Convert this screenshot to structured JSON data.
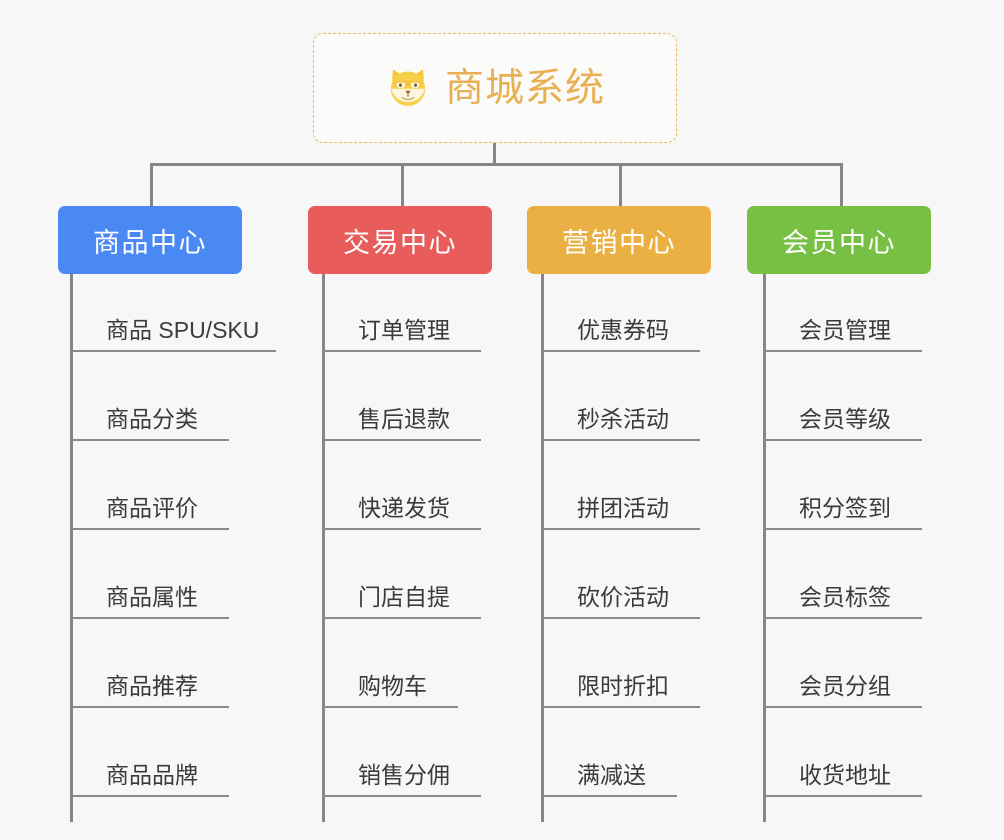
{
  "root": {
    "title": "商城系统",
    "icon": "shiba-dog-face-icon",
    "border_color": "#e8b960",
    "text_color": "#e8b052",
    "background": "#fbfbfa"
  },
  "canvas": {
    "background": "#f7f7f7",
    "connector_color": "#868686"
  },
  "columns": [
    {
      "title": "商品中心",
      "color": "#4a89f3",
      "items": [
        "商品 SPU/SKU",
        "商品分类",
        "商品评价",
        "商品属性",
        "商品推荐",
        "商品品牌"
      ]
    },
    {
      "title": "交易中心",
      "color": "#e85c5c",
      "items": [
        "订单管理",
        "售后退款",
        "快递发货",
        "门店自提",
        "购物车",
        "销售分佣"
      ]
    },
    {
      "title": "营销中心",
      "color": "#eab043",
      "items": [
        "优惠券码",
        "秒杀活动",
        "拼团活动",
        "砍价活动",
        "限时折扣",
        "满减送"
      ]
    },
    {
      "title": "会员中心",
      "color": "#77c043",
      "items": [
        "会员管理",
        "会员等级",
        "积分签到",
        "会员标签",
        "会员分组",
        "收货地址"
      ]
    }
  ]
}
